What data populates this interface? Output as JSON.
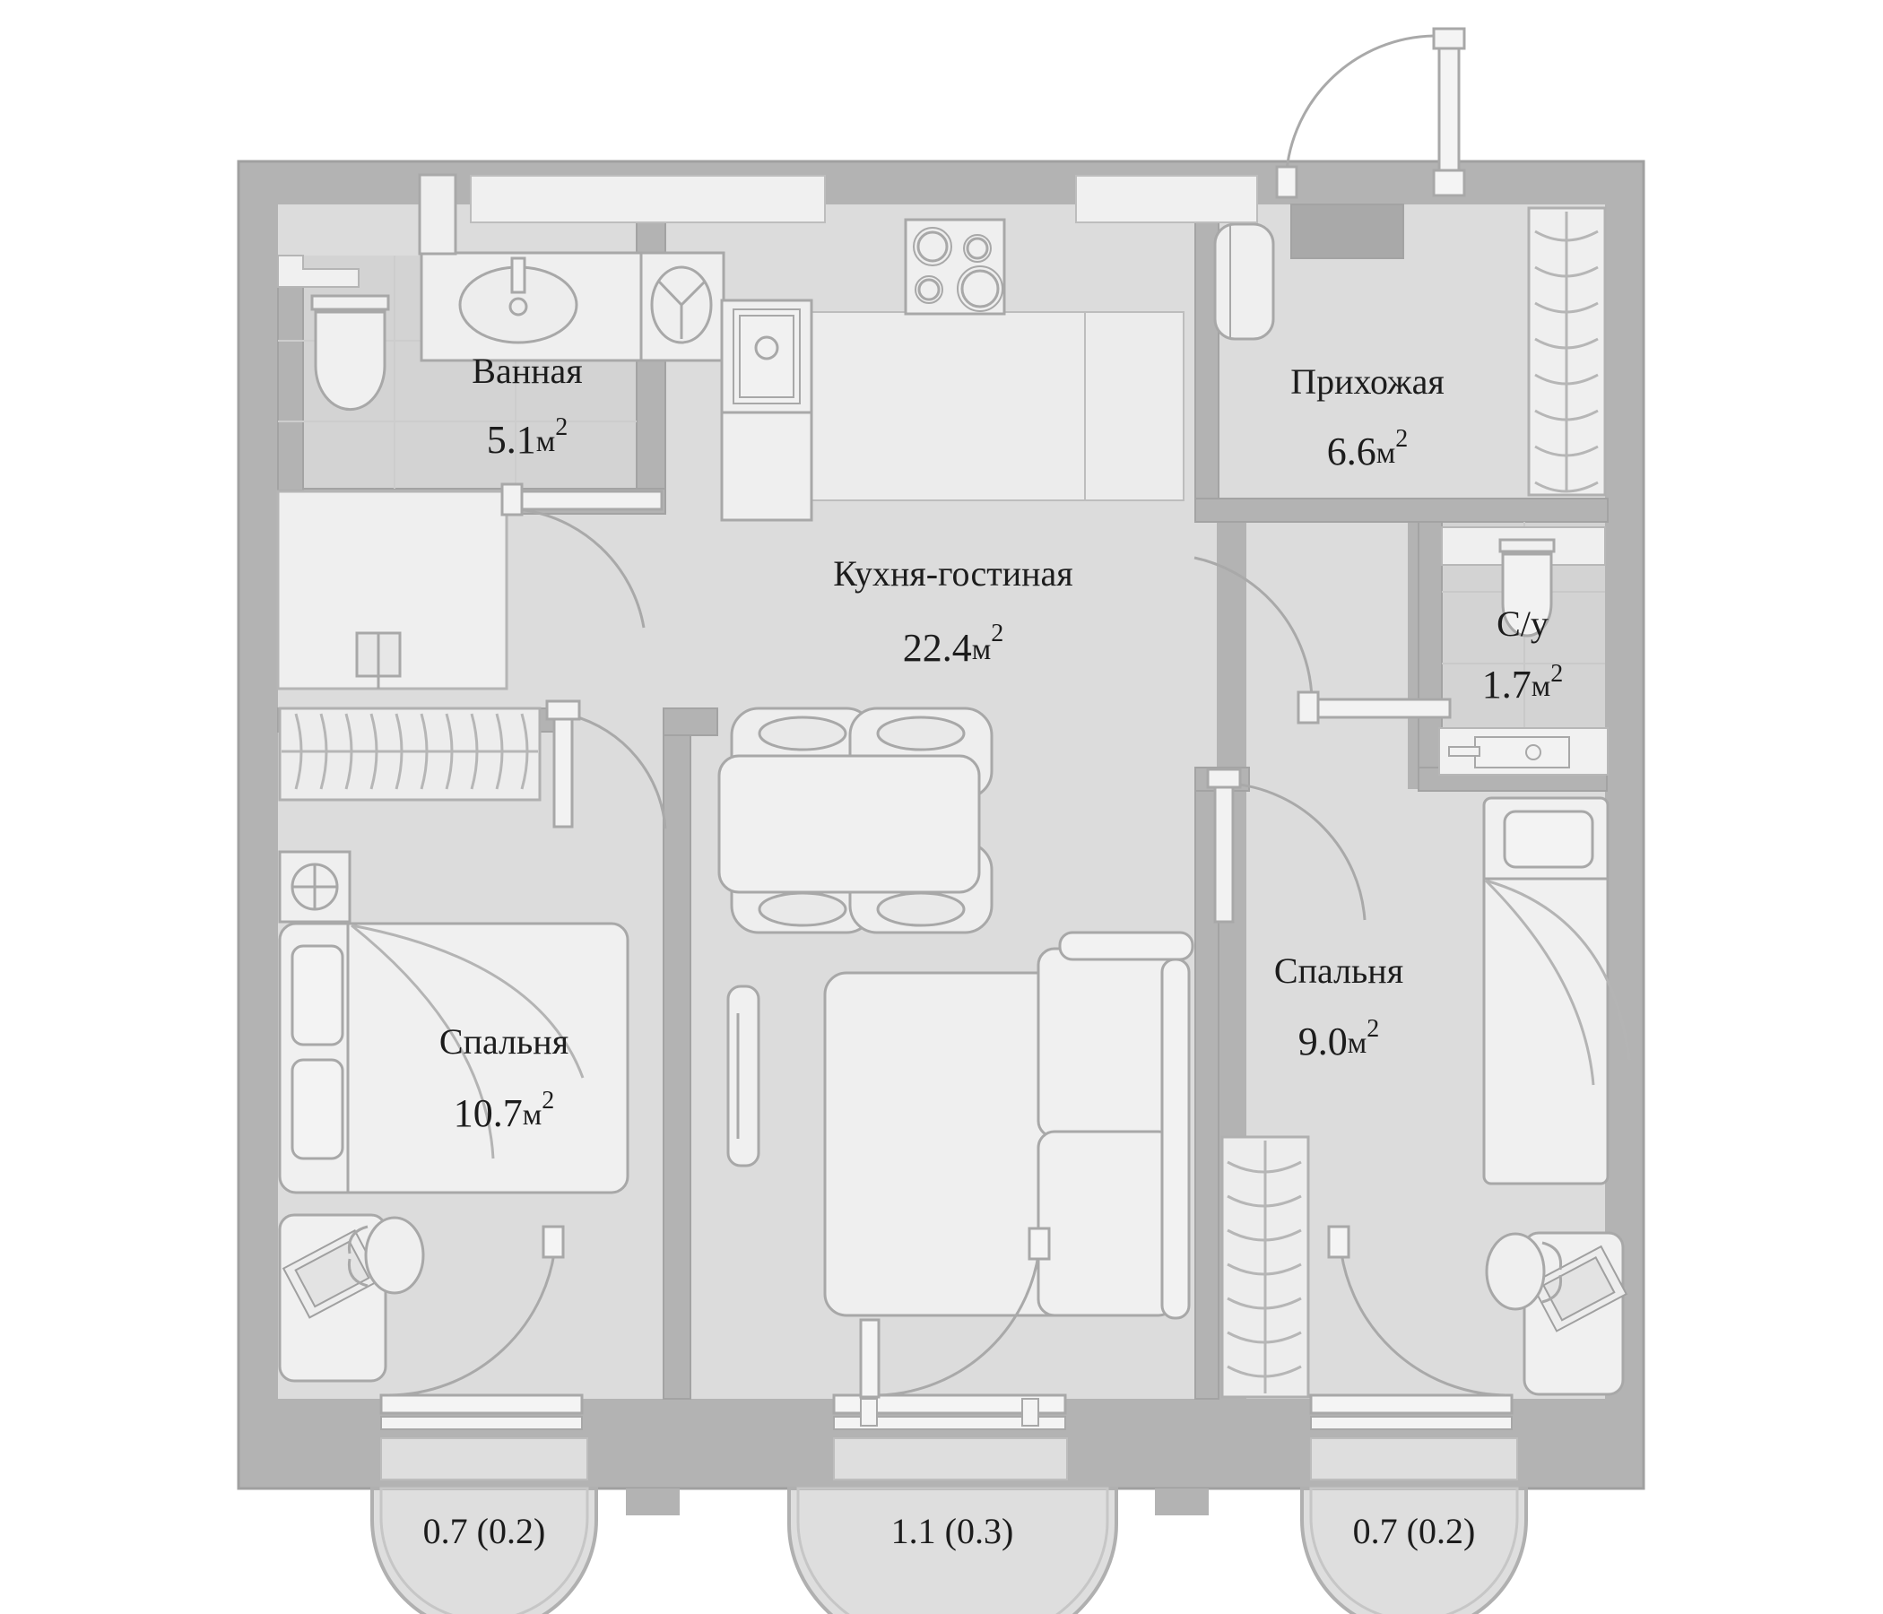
{
  "plan": {
    "type": "apartment-floor-plan",
    "palette": {
      "wall": "#b3b3b3",
      "wall_stroke": "#a0a0a0",
      "floor_room": "#dcdcdc",
      "floor_wet": "#d3d3d3",
      "furniture_fill": "#eeeeee",
      "furniture_stroke": "#a8a8a8",
      "balcony_fill": "#dedede",
      "text": "#1c1c1c",
      "background": "#ffffff"
    },
    "rooms": [
      {
        "id": "bathroom",
        "name": "Ванная",
        "area": "5.1",
        "unit": "м",
        "sup": "2"
      },
      {
        "id": "kitchen",
        "name": "Кухня-гостиная",
        "area": "22.4",
        "unit": "м",
        "sup": "2"
      },
      {
        "id": "hallway",
        "name": "Прихожая",
        "area": "6.6",
        "unit": "м",
        "sup": "2"
      },
      {
        "id": "wc",
        "name": "С/у",
        "area": "1.7",
        "unit": "м",
        "sup": "2"
      },
      {
        "id": "bedroom_left",
        "name": "Спальня",
        "area": "10.7",
        "unit": "м",
        "sup": "2"
      },
      {
        "id": "bedroom_right",
        "name": "Спальня",
        "area": "9.0",
        "unit": "м",
        "sup": "2"
      }
    ],
    "balconies": [
      {
        "id": "balcony_left",
        "label": "0.7 (0.2)"
      },
      {
        "id": "balcony_center",
        "label": "1.1 (0.3)"
      },
      {
        "id": "balcony_right",
        "label": "0.7 (0.2)"
      }
    ],
    "fixtures": [
      "toilet-bathroom",
      "washbasin",
      "washing-machine",
      "shower-drain",
      "bathtub",
      "stove-hob",
      "oven-column",
      "fridge",
      "kitchen-counter",
      "dining-table",
      "dining-chair",
      "sofa",
      "armchair",
      "tv-unit",
      "bed-double",
      "bed-single",
      "pillow",
      "wardrobe-hanger-rail",
      "desk",
      "laptop",
      "desk-chair",
      "toilet-wc",
      "wc-washbasin",
      "entry-door",
      "interior-door",
      "window",
      "balcony-door"
    ]
  }
}
